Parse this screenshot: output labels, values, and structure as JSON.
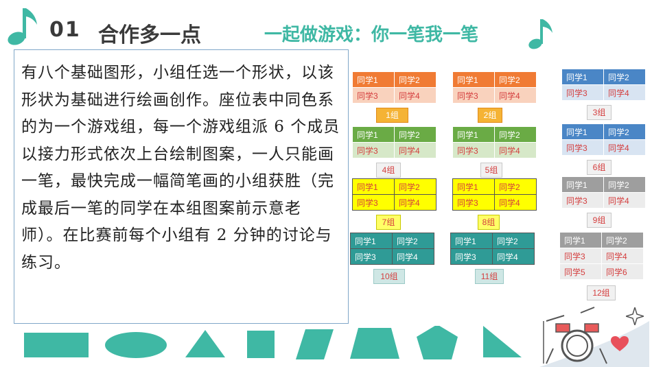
{
  "header": {
    "section_number": "01",
    "section_title": "合作多一点",
    "subtitle": "一起做游戏：你一笔我一笔"
  },
  "instructions": {
    "text": "有八个基础图形，小组任选一个形状，以该形状为基础进行绘画创作。座位表中同色系的为一个游戏组，每一个游戏组派 6 个成员以接力形式依次上台绘制图案，一人只能画一笔，最快完成一幅简笔画的小组获胜（完成最后一笔的同学在本组图案前示意老师）。在比赛前每个小组有 2 分钟的讨论与练习。"
  },
  "seating": {
    "colors": {
      "orange": "#f07b34",
      "green": "#6aab45",
      "blue": "#4a86c6",
      "yellow": "#ffff00",
      "teal": "#2f9b96",
      "gray": "#9e9e9e"
    },
    "groups": [
      {
        "label": "1组",
        "color": "orange",
        "students": [
          "同学1",
          "同学2",
          "同学3",
          "同学4"
        ]
      },
      {
        "label": "2组",
        "color": "orange",
        "students": [
          "同学1",
          "同学2",
          "同学3",
          "同学4"
        ]
      },
      {
        "label": "3组",
        "color": "blue",
        "students": [
          "同学1",
          "同学2",
          "同学3",
          "同学4"
        ]
      },
      {
        "label": "4组",
        "color": "green",
        "students": [
          "同学1",
          "同学2",
          "同学3",
          "同学4"
        ]
      },
      {
        "label": "5组",
        "color": "green",
        "students": [
          "同学1",
          "同学2",
          "同学3",
          "同学4"
        ]
      },
      {
        "label": "6组",
        "color": "blue",
        "students": [
          "同学1",
          "同学2",
          "同学3",
          "同学4"
        ]
      },
      {
        "label": "7组",
        "color": "yellow",
        "students": [
          "同学1",
          "同学2",
          "同学3",
          "同学4"
        ]
      },
      {
        "label": "8组",
        "color": "yellow",
        "students": [
          "同学1",
          "同学2",
          "同学3",
          "同学4"
        ]
      },
      {
        "label": "9组",
        "color": "gray",
        "students": [
          "同学1",
          "同学2",
          "同学3",
          "同学4"
        ]
      },
      {
        "label": "10组",
        "color": "teal",
        "students": [
          "同学1",
          "同学2",
          "同学3",
          "同学4"
        ]
      },
      {
        "label": "11组",
        "color": "teal",
        "students": [
          "同学1",
          "同学2",
          "同学3",
          "同学4"
        ]
      },
      {
        "label": "12组",
        "color": "gray",
        "students": [
          "同学1",
          "同学2",
          "同学3",
          "同学4",
          "同学5",
          "同学6"
        ]
      }
    ]
  },
  "shapes": [
    "rectangle",
    "ellipse",
    "triangle",
    "square",
    "parallelogram",
    "trapezoid",
    "pentagon",
    "right-triangle"
  ],
  "decorations": [
    "music-note-icon",
    "music-note-icon",
    "drum-kit-icon",
    "heart-icon",
    "sparkle-icon"
  ]
}
